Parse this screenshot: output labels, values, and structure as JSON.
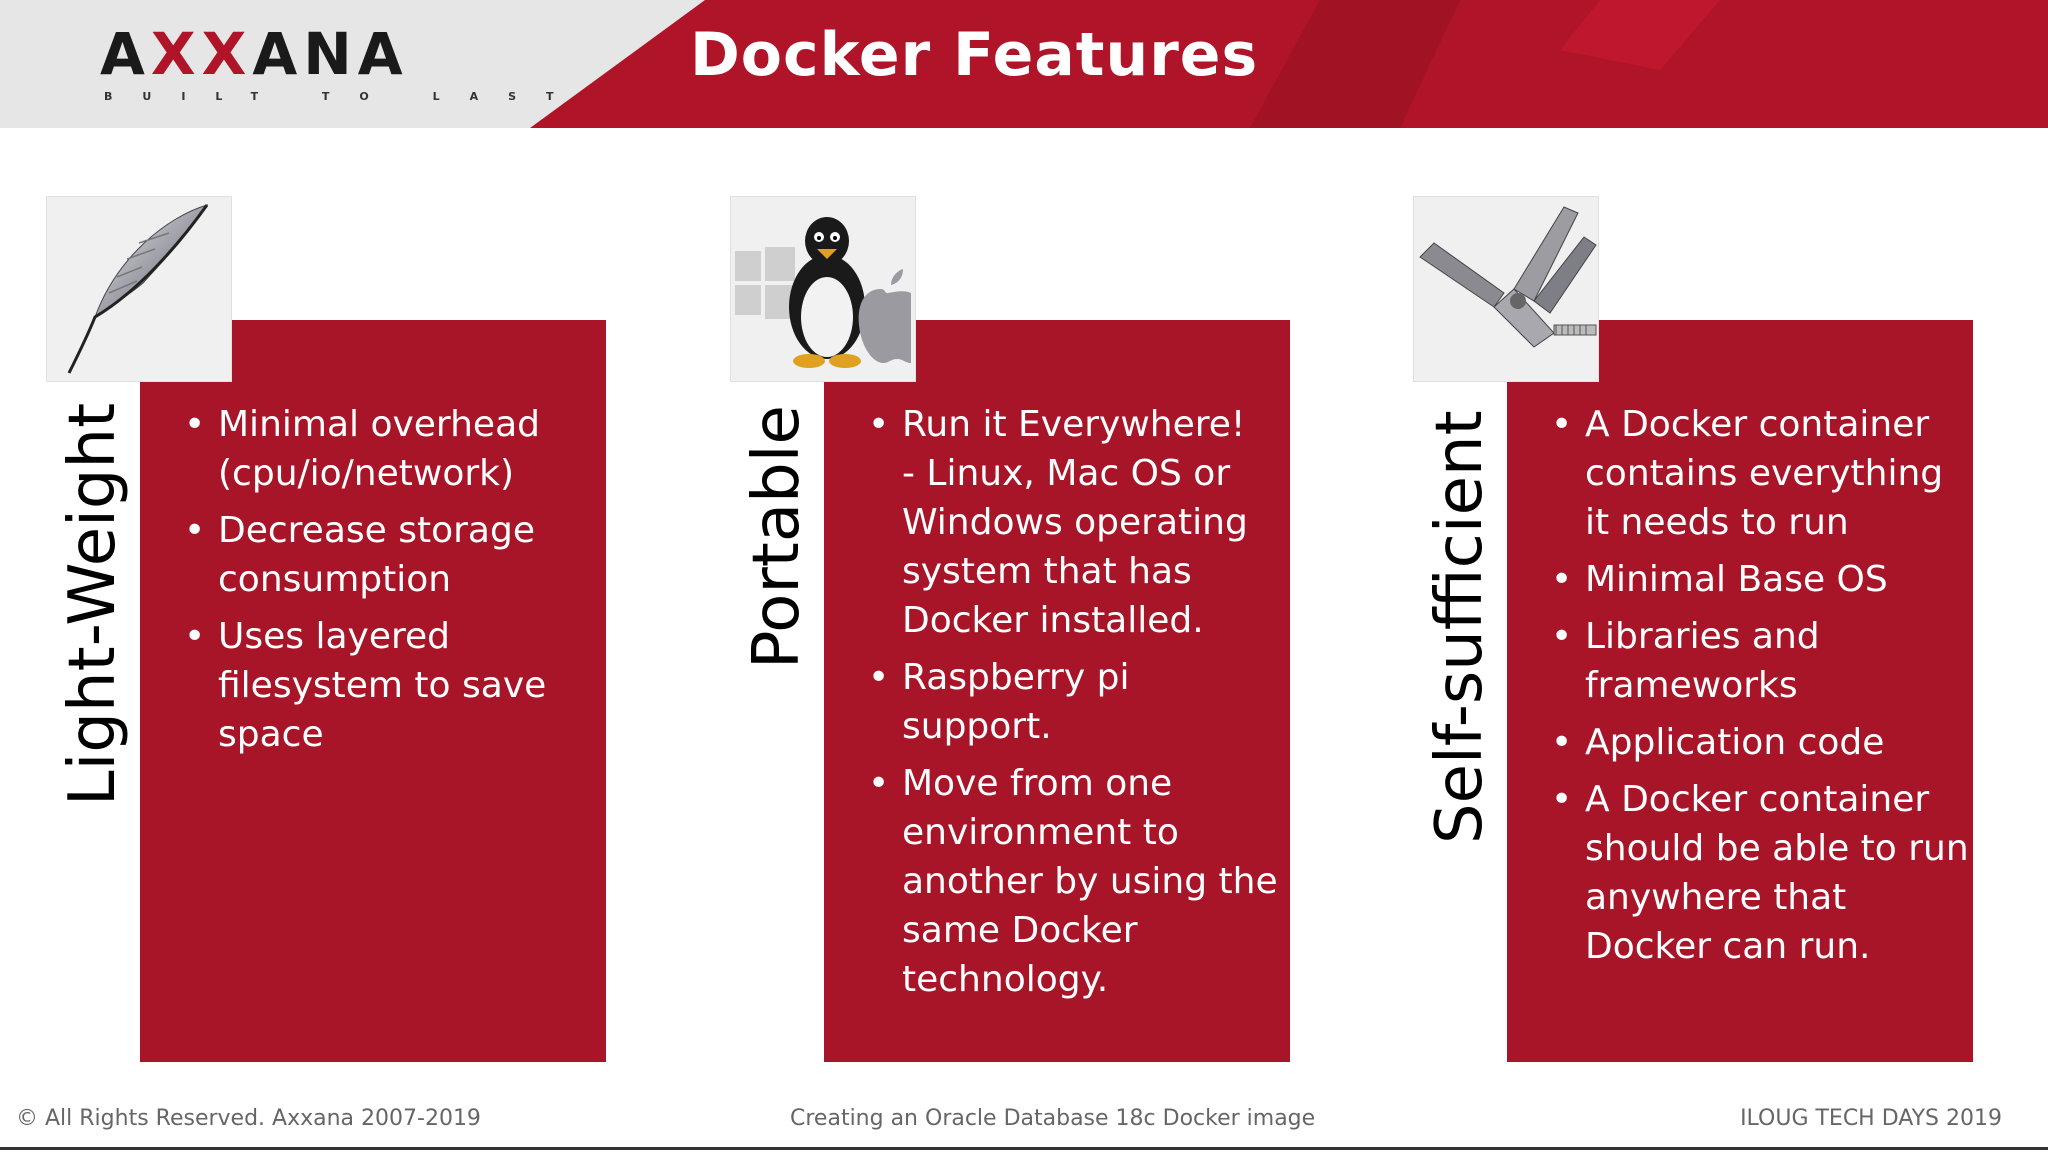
{
  "header": {
    "title": "Docker Features",
    "logo": {
      "word_start": "A",
      "word_mid": "XX",
      "word_end": "ANA",
      "tagline": "BUILT TO LAST"
    },
    "colors": {
      "brand_red": "#b01428",
      "gray": "#e6e6e6"
    }
  },
  "columns": [
    {
      "label": "Light-Weight",
      "image": "feather-icon",
      "bullets": [
        "Minimal overhead (cpu/io/network)",
        "Decrease storage consumption",
        "Uses layered filesystem to save space"
      ]
    },
    {
      "label": "Portable",
      "image": "os-logos-icon",
      "bullets": [
        "Run it Everywhere!\n-  Linux, Mac OS or Windows operating system that has Docker installed.",
        "Raspberry pi support.",
        "Move from one environment to another by using the same Docker technology."
      ]
    },
    {
      "label": "Self-sufficient",
      "image": "multitool-icon",
      "bullets": [
        "A Docker container contains everything it needs to run",
        "Minimal Base OS",
        "Libraries and frameworks",
        "Application code",
        "A Docker container should be able to run anywhere that Docker can run."
      ]
    }
  ],
  "footer": {
    "copyright": "© All Rights Reserved. Axxana 2007-2019",
    "subject": "Creating an Oracle Database 18c Docker image",
    "event": "ILOUG TECH DAYS 2019"
  }
}
